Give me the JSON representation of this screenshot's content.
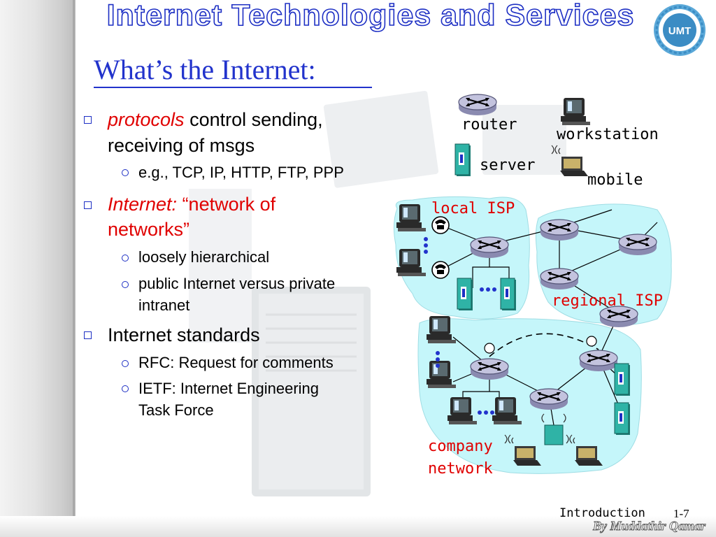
{
  "header": {
    "title": "Internet Technologies and Services",
    "logo_text": "UMT"
  },
  "slide": {
    "title": "What’s the Internet:",
    "bullets": [
      {
        "lead": "protocols",
        "text_line1": " control sending,",
        "text_line2": "receiving of msgs",
        "subs": [
          "e.g., TCP, IP, HTTP, FTP,  PPP"
        ]
      },
      {
        "lead": "Internet:",
        "text_line1": " “network of",
        "text_line2": "networks”",
        "subs": [
          "loosely hierarchical",
          "public Internet versus private",
          "intranet"
        ]
      },
      {
        "text_line1": "Internet standards",
        "subs": [
          "RFC: Request for comments",
          "IETF: Internet Engineering",
          "Task Force"
        ]
      }
    ]
  },
  "diagram": {
    "legend": {
      "router": "router",
      "server": "server",
      "workstation": "workstation",
      "mobile": "mobile"
    },
    "regions": {
      "local_isp": "local ISP",
      "regional_isp": "regional ISP",
      "company_line1": "company",
      "company_line2": "network"
    },
    "colors": {
      "cloud": "#c5f6fa",
      "router": "#b9b9d6",
      "server": "#26a69a",
      "region_label": "#e00000",
      "title_blue": "#2233cc"
    }
  },
  "footer": {
    "section": "Introduction",
    "page": "1-7",
    "author": "By Muddathir Qamar"
  }
}
